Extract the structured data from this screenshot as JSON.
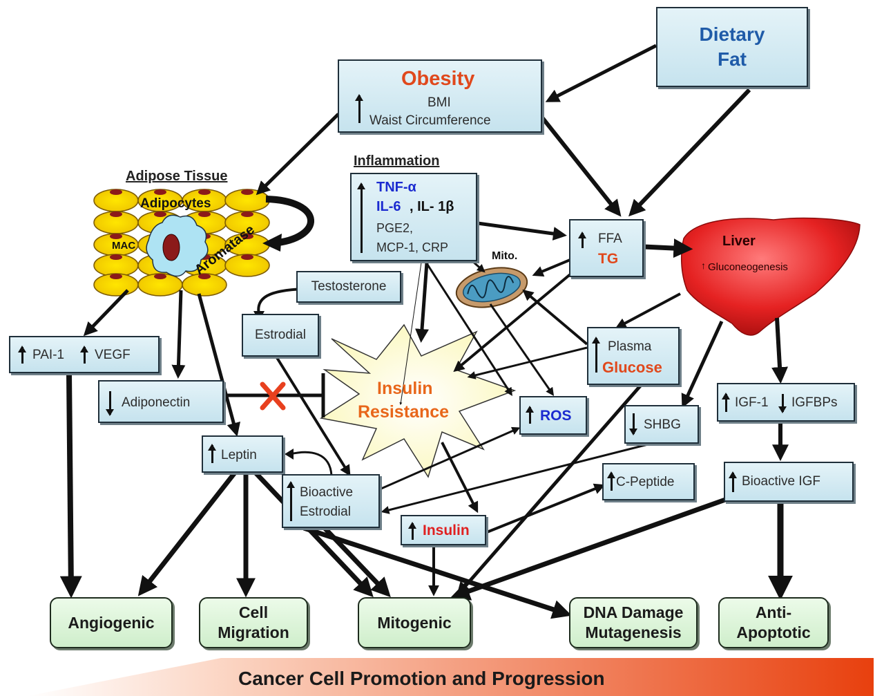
{
  "dietary_fat": {
    "line1": "Dietary",
    "line2": "Fat"
  },
  "obesity": {
    "title": "Obesity",
    "bmi": "BMI",
    "waist": "Waist Circumference"
  },
  "adipose": {
    "title": "Adipose Tissue",
    "adipocytes": "Adipocytes",
    "mac": "MAC",
    "aromatase": "Aromatase"
  },
  "inflammation": {
    "title": "Inflammation",
    "tnf": "TNF-α",
    "il6": "IL-6",
    "il1": ", IL- 1β",
    "pge2": "PGE2,",
    "mcp": "MCP-1, CRP"
  },
  "ffa": {
    "ffa": "FFA",
    "tg": "TG"
  },
  "liver": {
    "title": "Liver",
    "sub": "Gluconeogenesis"
  },
  "mito": {
    "label": "Mito."
  },
  "testosterone": "Testosterone",
  "estrodial": "Estrodial",
  "pai": {
    "pai": "PAI-1",
    "vegf": "VEGF"
  },
  "adiponectin": "Adiponectin",
  "insulin_resistance": {
    "line1": "Insulin",
    "line2": "Resistance"
  },
  "plasma": {
    "line1": "Plasma",
    "line2": "Glucose"
  },
  "ros": "ROS",
  "shbg": "SHBG",
  "igf": {
    "igf1": "IGF-1",
    "igfbps": "IGFBPs"
  },
  "leptin": "Leptin",
  "bioactive_estrodial": {
    "line1": "Bioactive",
    "line2": "Estrodial"
  },
  "cpeptide": "C-Peptide",
  "bioactive_igf": "Bioactive IGF",
  "insulin": "Insulin",
  "outcomes": {
    "angiogenic": "Angiogenic",
    "cell_migration": "Cell Migration",
    "mitogenic": "Mitogenic",
    "dna_damage": "DNA Damage Mutagenesis",
    "anti_apoptotic": "Anti- Apoptotic"
  },
  "banner": "Cancer Cell Promotion and Progression",
  "colors": {
    "box_fill": "#cfe8f1",
    "outcome_fill": "#d6f2d3",
    "red_text": "#e0481c",
    "blue_text": "#1b2bd0",
    "orange_text": "#e8661a",
    "adipocyte": "#f5d600",
    "banner_start": "#ffffff",
    "banner_end": "#e8400e"
  }
}
